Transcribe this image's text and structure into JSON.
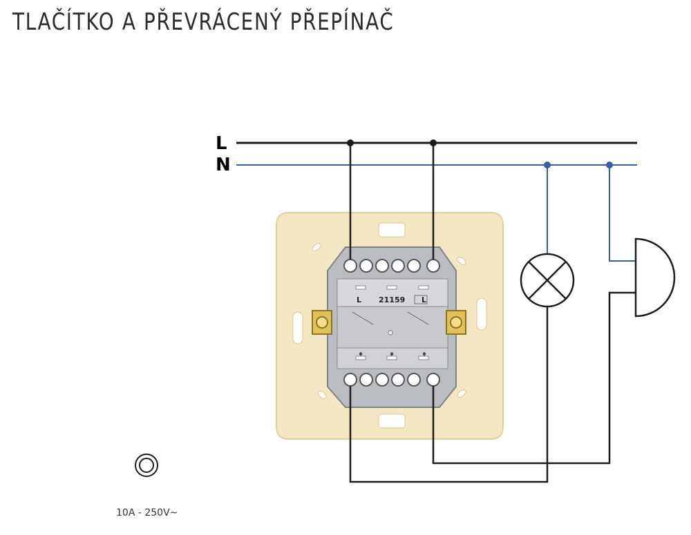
{
  "title": "TLAČÍTKO A PŘEVRÁCENÝ PŘEPÍNAČ",
  "wires": {
    "phase_label": "L",
    "neutral_label": "N",
    "phase_color": "#1a1a1a",
    "neutral_color": "#3a5ba8"
  },
  "module": {
    "model_number": "21159",
    "terminal_left_label": "L",
    "terminal_right_label": "L",
    "plate_color": "#f3e6c2",
    "body_color": "#b9bcc0"
  },
  "icons": {
    "lamp": "lamp-icon",
    "bell": "bell-icon",
    "symbol": "double-circle-icon"
  },
  "rating": "10A - 250V~"
}
